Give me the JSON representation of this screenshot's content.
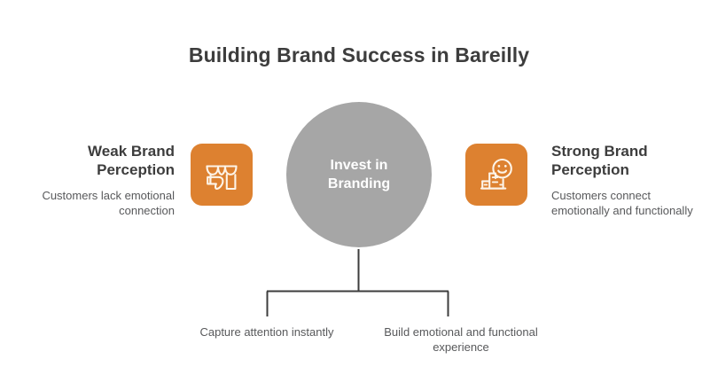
{
  "title": "Building Brand Success in Bareilly",
  "colors": {
    "background": "#ffffff",
    "title_text": "#3d3d3d",
    "body_text": "#58595b",
    "accent_orange": "#dd8130",
    "center_gray": "#a6a6a6",
    "connector_line": "#3d3d3d",
    "icon_stroke": "#fdf4e8"
  },
  "center": {
    "label_line1": "Invest in",
    "label_line2": "Branding"
  },
  "left": {
    "heading_line1": "Weak Brand",
    "heading_line2": "Perception",
    "body": "Customers lack emotional connection",
    "icon": "storefront-thumbs-down-icon"
  },
  "right": {
    "heading_line1": "Strong Brand",
    "heading_line2": "Perception",
    "body": "Customers connect emotionally and functionally",
    "icon": "smiley-building-icon"
  },
  "outcomes": [
    {
      "label": "Capture attention instantly"
    },
    {
      "label": "Build emotional and functional experience"
    }
  ]
}
